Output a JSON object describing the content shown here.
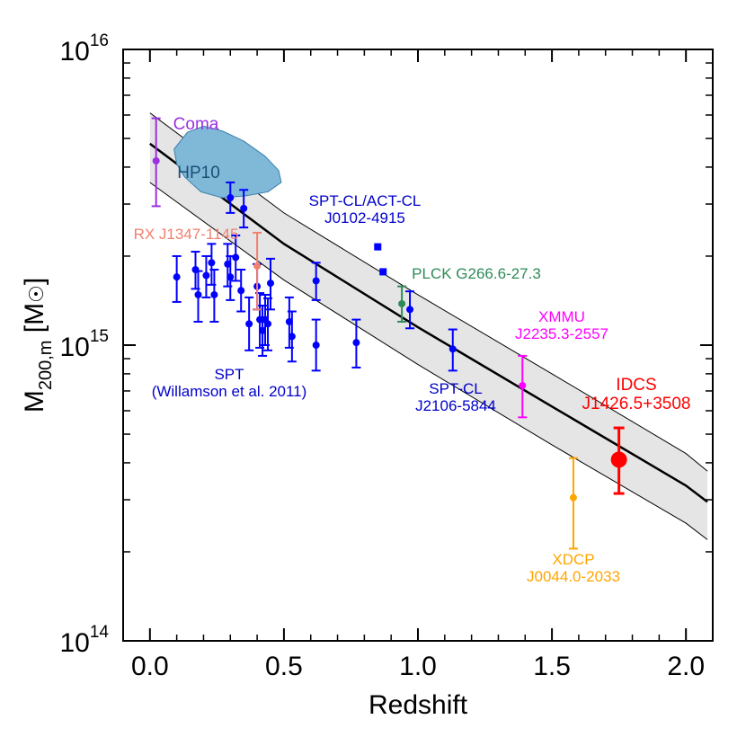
{
  "chart_data": {
    "type": "scatter",
    "xlabel": "Redshift",
    "ylabel": {
      "main": "M",
      "sub": "200,m",
      "unit_open": " [M",
      "unit_close": "]"
    },
    "xlim": [
      -0.1,
      2.1
    ],
    "ylim": [
      100000000000000.0,
      1e+16
    ],
    "yscale": "log",
    "x_ticks": [
      {
        "value": 0.0,
        "label": "0.0"
      },
      {
        "value": 0.5,
        "label": "0.5"
      },
      {
        "value": 1.0,
        "label": "1.0"
      },
      {
        "value": 1.5,
        "label": "1.5"
      },
      {
        "value": 2.0,
        "label": "2.0"
      }
    ],
    "y_ticks": [
      {
        "value": 100000000000000.0,
        "base": "10",
        "exp": "14"
      },
      {
        "value": 1000000000000000.0,
        "base": "10",
        "exp": "15"
      },
      {
        "value": 1e+16,
        "base": "10",
        "exp": "16"
      }
    ],
    "grid": false,
    "model": {
      "x": [
        0.0,
        0.5,
        1.0,
        1.5,
        2.0,
        2.08
      ],
      "median": [
        4800000000000000.0,
        2200000000000000.0,
        1150000000000000.0,
        620000000000000.0,
        335000000000000.0,
        295000000000000.0
      ],
      "upper": [
        6100000000000000.0,
        2800000000000000.0,
        1480000000000000.0,
        800000000000000.0,
        430000000000000.0,
        375000000000000.0
      ],
      "lower": [
        3550000000000000.0,
        1660000000000000.0,
        860000000000000.0,
        460000000000000.0,
        250000000000000.0,
        220000000000000.0
      ],
      "band_color": "#e5e5e5"
    },
    "hp10_region": {
      "label": "HP10",
      "x": [
        0.09,
        0.14,
        0.2,
        0.27,
        0.35,
        0.43,
        0.48,
        0.49,
        0.44,
        0.36,
        0.27,
        0.19,
        0.13,
        0.1
      ],
      "y": [
        4600000000000000.0,
        5250000000000000.0,
        5500000000000000.0,
        5300000000000000.0,
        4900000000000000.0,
        4350000000000000.0,
        3900000000000000.0,
        3550000000000000.0,
        3300000000000000.0,
        3200000000000000.0,
        3150000000000000.0,
        3300000000000000.0,
        3700000000000000.0,
        4100000000000000.0
      ],
      "fill": "#80b8d8",
      "stroke": "#3a7faa",
      "label_color": "#1a4f78"
    },
    "series": [
      {
        "name": "SPT (Willamson et al. 2011)",
        "color": "#0000ff",
        "marker": "circle",
        "points": [
          {
            "x": 0.1,
            "y": 1700000000000000.0,
            "lo": 1400000000000000.0,
            "hi": 2000000000000000.0
          },
          {
            "x": 0.17,
            "y": 1800000000000000.0,
            "lo": 1550000000000000.0,
            "hi": 2070000000000000.0
          },
          {
            "x": 0.18,
            "y": 1480000000000000.0,
            "lo": 1200000000000000.0,
            "hi": 1780000000000000.0
          },
          {
            "x": 0.21,
            "y": 1720000000000000.0,
            "lo": 1450000000000000.0,
            "hi": 2000000000000000.0
          },
          {
            "x": 0.23,
            "y": 1900000000000000.0,
            "lo": 1600000000000000.0,
            "hi": 2200000000000000.0
          },
          {
            "x": 0.24,
            "y": 1480000000000000.0,
            "lo": 1200000000000000.0,
            "hi": 1800000000000000.0
          },
          {
            "x": 0.29,
            "y": 1880000000000000.0,
            "lo": 1580000000000000.0,
            "hi": 2200000000000000.0
          },
          {
            "x": 0.3,
            "y": 1700000000000000.0,
            "lo": 1420000000000000.0,
            "hi": 2000000000000000.0
          },
          {
            "x": 0.3,
            "y": 3150000000000000.0,
            "lo": 2800000000000000.0,
            "hi": 3550000000000000.0
          },
          {
            "x": 0.32,
            "y": 1980000000000000.0,
            "lo": 1650000000000000.0,
            "hi": 2350000000000000.0
          },
          {
            "x": 0.34,
            "y": 1530000000000000.0,
            "lo": 1300000000000000.0,
            "hi": 1800000000000000.0
          },
          {
            "x": 0.35,
            "y": 2900000000000000.0,
            "lo": 2500000000000000.0,
            "hi": 3350000000000000.0
          },
          {
            "x": 0.37,
            "y": 1180000000000000.0,
            "lo": 960000000000000.0,
            "hi": 1450000000000000.0
          },
          {
            "x": 0.4,
            "y": 1580000000000000.0,
            "lo": 1320000000000000.0,
            "hi": 1880000000000000.0
          },
          {
            "x": 0.41,
            "y": 1220000000000000.0,
            "lo": 980000000000000.0,
            "hi": 1500000000000000.0
          },
          {
            "x": 0.42,
            "y": 1120000000000000.0,
            "lo": 920000000000000.0,
            "hi": 1360000000000000.0
          },
          {
            "x": 0.43,
            "y": 1220000000000000.0,
            "lo": 1000000000000000.0,
            "hi": 1480000000000000.0
          },
          {
            "x": 0.44,
            "y": 1180000000000000.0,
            "lo": 960000000000000.0,
            "hi": 1440000000000000.0
          },
          {
            "x": 0.45,
            "y": 1620000000000000.0,
            "lo": 1320000000000000.0,
            "hi": 1960000000000000.0
          },
          {
            "x": 0.52,
            "y": 1200000000000000.0,
            "lo": 980000000000000.0,
            "hi": 1450000000000000.0
          },
          {
            "x": 0.53,
            "y": 1070000000000000.0,
            "lo": 880000000000000.0,
            "hi": 1300000000000000.0
          },
          {
            "x": 0.62,
            "y": 1650000000000000.0,
            "lo": 1420000000000000.0,
            "hi": 1900000000000000.0
          },
          {
            "x": 0.62,
            "y": 1000000000000000.0,
            "lo": 820000000000000.0,
            "hi": 1220000000000000.0
          },
          {
            "x": 0.77,
            "y": 1020000000000000.0,
            "lo": 840000000000000.0,
            "hi": 1220000000000000.0
          },
          {
            "x": 0.97,
            "y": 1320000000000000.0,
            "lo": 1140000000000000.0,
            "hi": 1520000000000000.0
          },
          {
            "x": 1.13,
            "y": 970000000000000.0,
            "lo": 820000000000000.0,
            "hi": 1130000000000000.0
          }
        ]
      },
      {
        "name": "SPT-CL/ACT-CL J0102-4915",
        "color": "#0000ff",
        "marker": "square",
        "points": [
          {
            "x": 0.85,
            "y": 2150000000000000.0
          },
          {
            "x": 0.87,
            "y": 1770000000000000.0
          }
        ]
      },
      {
        "name": "Coma",
        "color": "#9b30e0",
        "marker": "circle",
        "points": [
          {
            "x": 0.023,
            "y": 4200000000000000.0,
            "lo": 2950000000000000.0,
            "hi": 5850000000000000.0
          }
        ]
      },
      {
        "name": "RX J1347-1145",
        "color": "#f08070",
        "marker": "circle",
        "points": [
          {
            "x": 0.4,
            "y": 1850000000000000.0,
            "lo": 1320000000000000.0,
            "hi": 2400000000000000.0
          }
        ]
      },
      {
        "name": "PLCK G266.6-27.3",
        "color": "#2e8b57",
        "marker": "circle",
        "points": [
          {
            "x": 0.94,
            "y": 1380000000000000.0,
            "lo": 1200000000000000.0,
            "hi": 1580000000000000.0
          }
        ]
      },
      {
        "name": "XMMU J2235.3-2557",
        "color": "#ff00ff",
        "marker": "circle",
        "points": [
          {
            "x": 1.39,
            "y": 730000000000000.0,
            "lo": 570000000000000.0,
            "hi": 920000000000000.0
          }
        ]
      },
      {
        "name": "XDCP J0044.0-2033",
        "color": "#ffa500",
        "marker": "circle",
        "points": [
          {
            "x": 1.58,
            "y": 305000000000000.0,
            "lo": 205000000000000.0,
            "hi": 415000000000000.0
          }
        ]
      },
      {
        "name": "IDCS J1426.5+3508",
        "color": "#ff0000",
        "marker": "big-circle",
        "points": [
          {
            "x": 1.75,
            "y": 410000000000000.0,
            "lo": 315000000000000.0,
            "hi": 525000000000000.0
          }
        ]
      }
    ],
    "annotations": [
      {
        "lines": [
          "Coma"
        ],
        "color": "#9b30e0",
        "size": 19
      },
      {
        "lines": [
          "HP10"
        ],
        "color": "#1a4f78",
        "size": 19
      },
      {
        "lines": [
          "SPT-CL/ACT-CL",
          "J0102-4915"
        ],
        "color": "#0000cc",
        "size": 17
      },
      {
        "lines": [
          "RX J1347-1145"
        ],
        "color": "#f08070",
        "size": 17
      },
      {
        "lines": [
          "PLCK G266.6-27.3"
        ],
        "color": "#2e8b57",
        "size": 17
      },
      {
        "lines": [
          "XMMU",
          "J2235.3-2557"
        ],
        "color": "#ff00ff",
        "size": 17
      },
      {
        "lines": [
          "SPT",
          "(Willamson et al. 2011)"
        ],
        "color": "#0000cc",
        "size": 17
      },
      {
        "lines": [
          "SPT-CL",
          "J2106-5844"
        ],
        "color": "#0000cc",
        "size": 17
      },
      {
        "lines": [
          "IDCS",
          "J1426.5+3508"
        ],
        "color": "#ff0000",
        "size": 19
      },
      {
        "lines": [
          "XDCP",
          "J0044.0-2033"
        ],
        "color": "#ffa500",
        "size": 17
      }
    ]
  }
}
